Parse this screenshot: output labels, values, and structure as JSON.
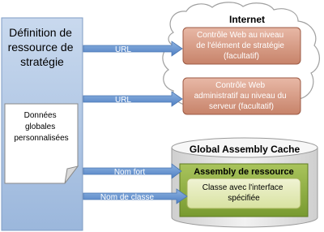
{
  "policy_box": {
    "title_lines": [
      "Définition de",
      "ressource de",
      "stratégie"
    ]
  },
  "document": {
    "lines": [
      "Données",
      "globales",
      "personnalisées"
    ]
  },
  "internet": {
    "label": "Internet",
    "site_control_lines": [
      "Contrôle Web au niveau",
      "de l'élément de stratégie",
      "(facultatif)"
    ],
    "server_control_lines": [
      "Contrôle Web",
      "administratif au niveau du",
      "serveur (facultatif)"
    ]
  },
  "arrows": {
    "url_1": "URL",
    "url_2": "URL",
    "strong_name": "Nom fort",
    "class_name": "Nom de classe"
  },
  "gac": {
    "title": "Global Assembly Cache",
    "assembly_label": "Assembly de ressource",
    "class_lines": [
      "Classe avec l'interface",
      "spécifiée"
    ]
  },
  "colors": {
    "policy_box_fill": "#b8cce4",
    "arrow_fill": "#5b8ccb",
    "control_box_fill": "#d19a84",
    "assembly_fill": "#8fb040",
    "class_fill": "#e4eab9",
    "cylinder_fill": "#e6e6e6"
  }
}
